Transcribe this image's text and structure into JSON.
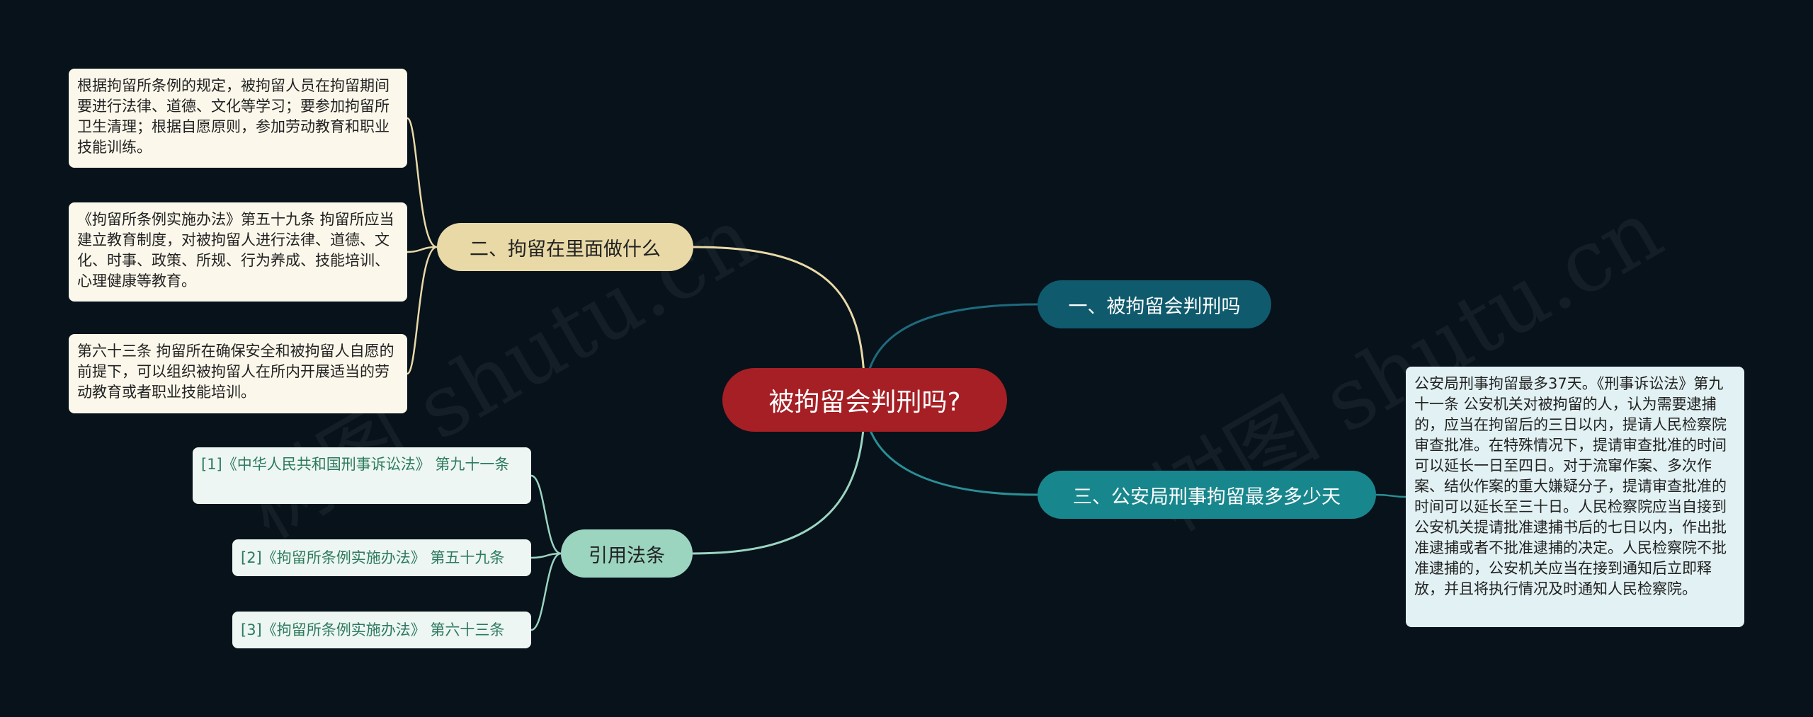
{
  "watermark": "树图 shutu.cn",
  "root": {
    "label": "被拘留会判刑吗?"
  },
  "branches": {
    "b1": {
      "label": "一、被拘留会判刑吗"
    },
    "b2": {
      "label": "二、拘留在里面做什么",
      "leaves": [
        "根据拘留所条例的规定，被拘留人员在拘留期间要进行法律、道德、文化等学习；要参加拘留所卫生清理；根据自愿原则，参加劳动教育和职业技能训练。",
        "《拘留所条例实施办法》第五十九条 拘留所应当建立教育制度，对被拘留人进行法律、道德、文化、时事、政策、所规、行为养成、技能培训、心理健康等教育。",
        "第六十三条 拘留所在确保安全和被拘留人自愿的前提下，可以组织被拘留人在所内开展适当的劳动教育或者职业技能培训。"
      ]
    },
    "b3": {
      "label": "三、公安局刑事拘留最多多少天",
      "leaf": "公安局刑事拘留最多37天。《刑事诉讼法》第九十一条 公安机关对被拘留的人，认为需要逮捕的，应当在拘留后的三日以内，提请人民检察院审查批准。在特殊情况下，提请审查批准的时间可以延长一日至四日。对于流窜作案、多次作案、结伙作案的重大嫌疑分子，提请审查批准的时间可以延长至三十日。人民检察院应当自接到公安机关提请批准逮捕书后的七日以内，作出批准逮捕或者不批准逮捕的决定。人民检察院不批准逮捕的，公安机关应当在接到通知后立即释放，并且将执行情况及时通知人民检察院。"
    },
    "b4": {
      "label": "引用法条",
      "refs": [
        "[1]《中华人民共和国刑事诉讼法》 第九十一条",
        "[2]《拘留所条例实施办法》 第五十九条",
        "[3]《拘留所条例实施办法》 第六十三条"
      ]
    }
  },
  "colors": {
    "background": "#07121b",
    "root": "#a51f24",
    "branch1": "#0f5a6d",
    "branch2": "#e8d9a6",
    "branch3": "#18878d",
    "branch4": "#9bd5c0"
  }
}
